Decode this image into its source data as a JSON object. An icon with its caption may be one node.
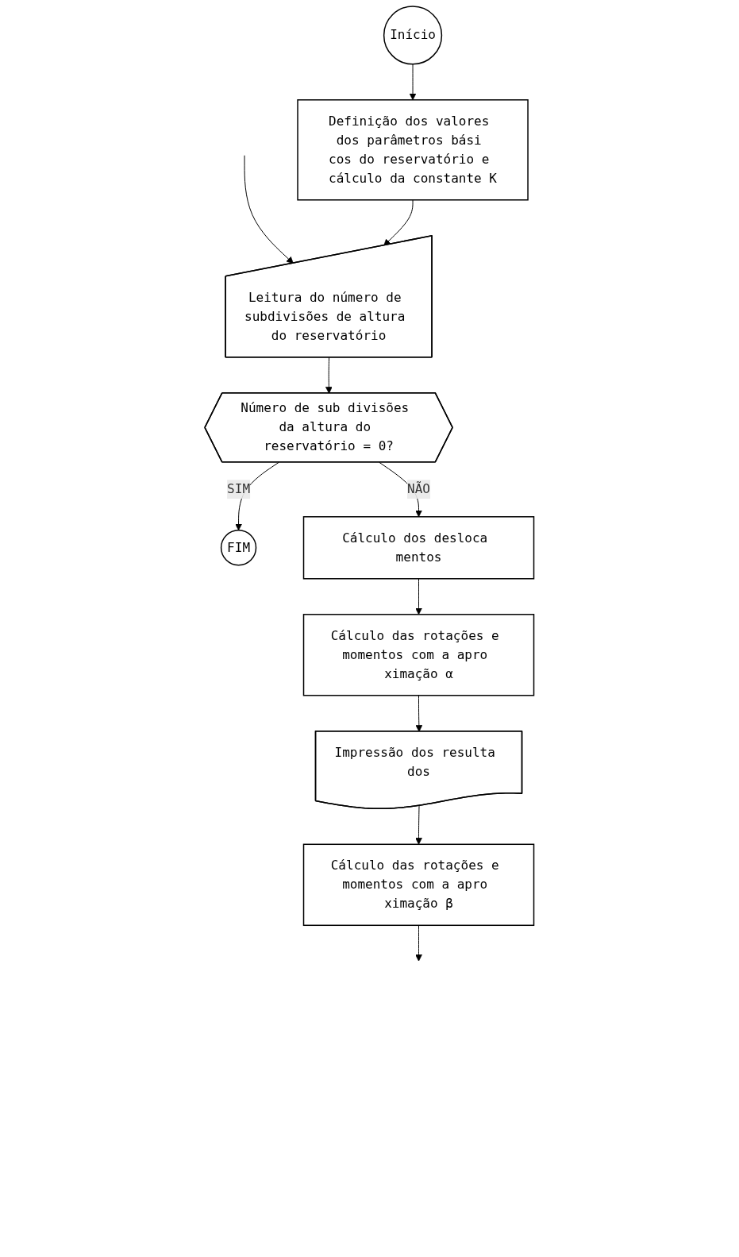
{
  "diagram": {
    "nodes": [
      {
        "text": [
          "Início"
        ]
      },
      {
        "text": [
          "Definição dos valores dos parâmetros bási cos do reservatório e cálculo da constante K"
        ]
      },
      {
        "text": [
          "Leitura do número de subdivisões de altura do reservatório"
        ]
      },
      {
        "text": [
          "Número de sub divisões da altura do reservatório = 0?"
        ]
      },
      {
        "text": [
          "FIM"
        ]
      },
      {
        "text": [
          "Cálculo dos desloca mentos"
        ]
      },
      {
        "text": [
          "Cálculo das rotações e momentos com a apro ximação α"
        ]
      },
      {
        "text": [
          "Impressão dos resulta dos"
        ]
      },
      {
        "text": [
          "Cálculo das rotações e momentos com a apro ximação β"
        ]
      }
    ],
    "edges": [
      {
        "from": 0,
        "to": 1,
        "arrow": "to"
      },
      {
        "from": null,
        "to": 2,
        "arrow": "to"
      },
      {
        "from": 1,
        "to": 2,
        "arrow": "to"
      },
      {
        "from": 2,
        "to": 3,
        "arrow": "to"
      },
      {
        "from": 3,
        "to": 4,
        "label": "SIM",
        "arrow": "to"
      },
      {
        "from": 3,
        "to": 5,
        "label": "NÃO",
        "arrow": "to"
      },
      {
        "from": 5,
        "to": 6,
        "arrow": "to"
      },
      {
        "from": 6,
        "to": 7,
        "arrow": "to"
      },
      {
        "from": 7,
        "to": 8,
        "arrow": "to"
      },
      {
        "from": 8,
        "to": null,
        "arrow": "to"
      }
    ]
  }
}
